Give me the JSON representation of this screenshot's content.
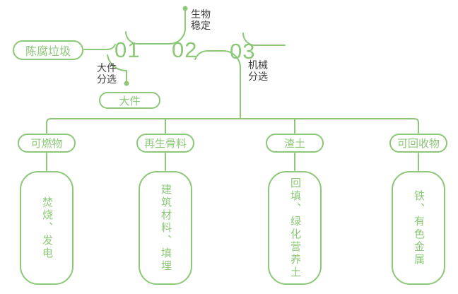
{
  "diagram": {
    "title_hint": "waste-processing-flow",
    "source": {
      "label": "陈腐垃圾"
    },
    "steps": [
      {
        "number": "01",
        "process": "大件\n分选",
        "output": "大件"
      },
      {
        "number": "02",
        "process": "生物\n稳定"
      },
      {
        "number": "03",
        "process": "机械\n分选"
      }
    ],
    "branches": [
      {
        "category": "可燃物",
        "outcome": "焚烧、发电"
      },
      {
        "category": "再生骨料",
        "outcome": "建筑材料、填埋"
      },
      {
        "category": "渣土",
        "outcome": "回填、绿化营养土"
      },
      {
        "category": "可回收物",
        "outcome": "铁、有色金属"
      }
    ],
    "colors": {
      "green": "#8CC878",
      "text_dark": "#3D3D3D"
    }
  }
}
